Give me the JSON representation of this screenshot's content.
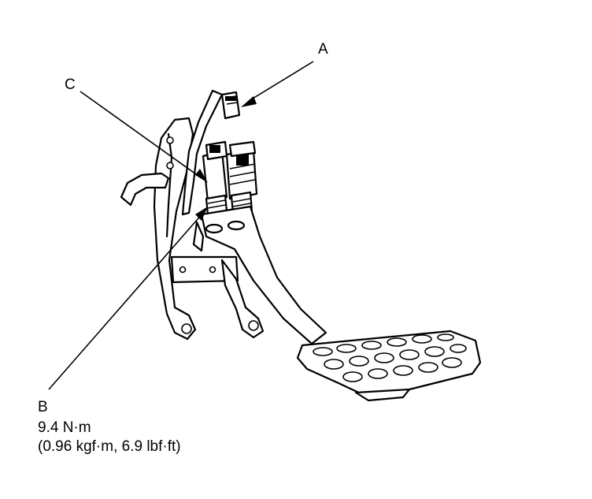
{
  "labels": {
    "a": "A",
    "b": "B",
    "c": "C",
    "b_torque": "9.4 N·m",
    "b_torque_alt": "(0.96 kgf·m, 6.9 lbf·ft)"
  },
  "colors": {
    "line": "#000000",
    "background": "#ffffff"
  }
}
